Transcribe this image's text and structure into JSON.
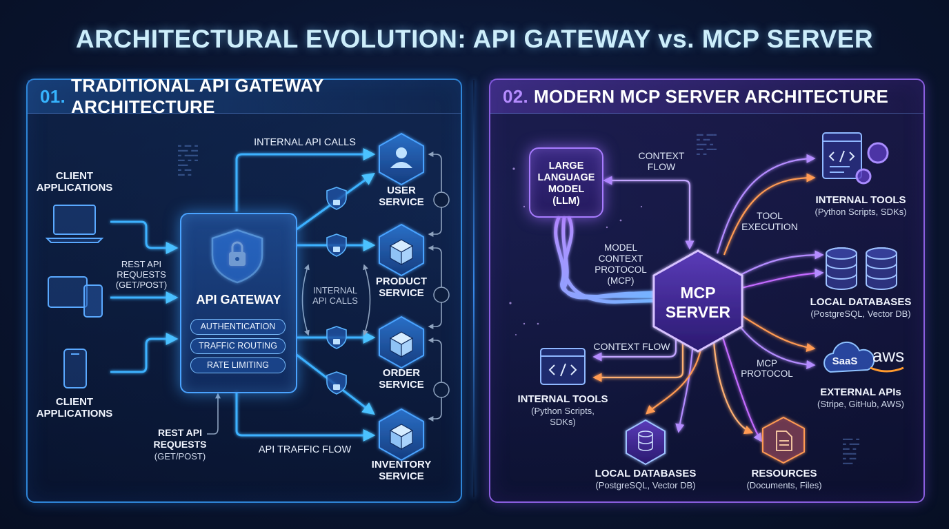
{
  "title": "ARCHITECTURAL EVOLUTION: API GATEWAY vs. MCP SERVER",
  "left_panel": {
    "number": "01.",
    "heading": "TRADITIONAL API GATEWAY ARCHITECTURE",
    "client_top": "CLIENT\nAPPLICATIONS",
    "client_bottom": "CLIENT\nAPPLICATIONS",
    "rest_requests_left": "REST API\nREQUESTS\n(GET/POST)",
    "rest_requests_bottom_title": "REST API\nREQUESTS",
    "rest_requests_bottom_method": "(GET/POST)",
    "internal_calls_top": "INTERNAL API CALLS",
    "internal_calls_mid": "INTERNAL\nAPI CALLS",
    "traffic_flow": "API TRAFFIC FLOW",
    "gateway": {
      "title": "API GATEWAY",
      "features": [
        "AUTHENTICATION",
        "TRAFFIC ROUTING",
        "RATE LIMITING"
      ]
    },
    "services": [
      {
        "label": "USER\nSERVICE",
        "icon": "user-icon"
      },
      {
        "label": "PRODUCT\nSERVICE",
        "icon": "cube-icon"
      },
      {
        "label": "ORDER\nSERVICE",
        "icon": "cube-icon"
      },
      {
        "label": "INVENTORY\nSERVICE",
        "icon": "cube-icon"
      }
    ],
    "colors": {
      "accent": "#36b4ff",
      "border": "#2f86d8"
    }
  },
  "right_panel": {
    "number": "02.",
    "heading": "MODERN MCP SERVER ARCHITECTURE",
    "llm": "LARGE\nLANGUAGE\nMODEL\n(LLM)",
    "mcp_server": "MCP\nSERVER",
    "context_flow_top": "CONTEXT\nFLOW",
    "context_flow_bottom": "CONTEXT FLOW",
    "tool_execution": "TOOL\nEXECUTION",
    "mcp_protocol_label": "MODEL\nCONTEXT\nPROTOCOL\n(MCP)",
    "mcp_protocol_short": "MCP\nPROTOCOL",
    "internal_tools_right": {
      "title": "INTERNAL TOOLS",
      "sub": "(Python Scripts, SDKs)"
    },
    "local_db_right": {
      "title": "LOCAL DATABASES",
      "sub": "(PostgreSQL, Vector DB)"
    },
    "external_apis": {
      "title": "EXTERNAL APIs",
      "sub": "(Stripe, GitHub, AWS)",
      "saas": "SaaS",
      "aws": "aws"
    },
    "internal_tools_left": {
      "title": "INTERNAL TOOLS",
      "sub": "(Python Scripts,\nSDKs)"
    },
    "local_db_bottom": {
      "title": "LOCAL DATABASES",
      "sub": "(PostgreSQL, Vector DB)"
    },
    "resources": {
      "title": "RESOURCES",
      "sub": "(Documents, Files)"
    },
    "colors": {
      "accent": "#b58cff",
      "border": "#8b5fe0"
    }
  }
}
